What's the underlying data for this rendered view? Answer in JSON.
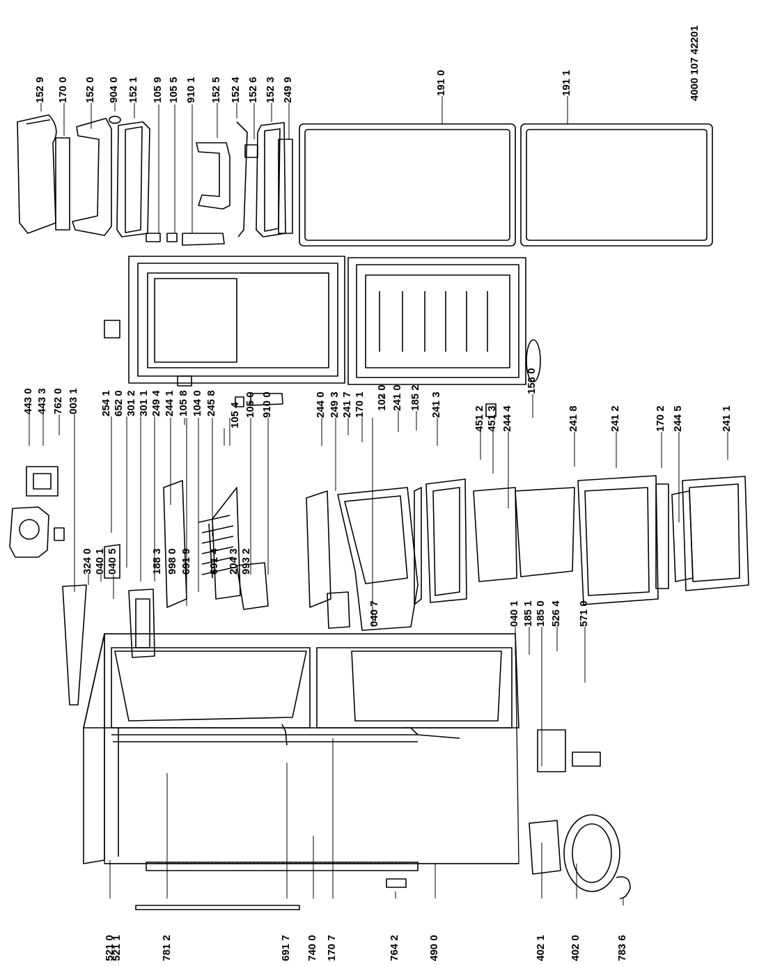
{
  "document_number": "4000 107 42201",
  "labels": {
    "l1529": "152 9",
    "l1700": "170 0",
    "l1520": "152 0",
    "l9040": "904 0",
    "l1521": "152 1",
    "l1059": "105 9",
    "l1055": "105 5",
    "l9101": "910 1",
    "l1525": "152 5",
    "l1524": "152 4",
    "l1526": "152 6",
    "l1523": "152 3",
    "l2499": "249 9",
    "l1910": "191 0",
    "l1911": "191 1",
    "l4430": "443 0",
    "l4433": "443 3",
    "l7620": "762 0",
    "l0031": "003 1",
    "l3240": "324 0",
    "l0401a": "040 1",
    "l0405": "040 5",
    "l2541": "254 1",
    "l6520": "652 0",
    "l3012": "301 2",
    "l3011": "301 1",
    "l2494": "249 4",
    "l2441": "244 1",
    "l1883": "188 3",
    "l9980": "998 0",
    "l6919": "691 9",
    "l1058": "105 8",
    "l1040": "104 0",
    "l2458": "245 8",
    "l6914": "691 4",
    "l2043": "204 3",
    "l9932": "993 2",
    "l1054": "105 4",
    "l1050": "105 0",
    "l9100": "910 0",
    "l2440": "244 0",
    "l2493": "249 3",
    "l2417": "241 7",
    "l1701": "170 1",
    "l0407": "040 7",
    "l1020": "102 0",
    "l2410": "241 0",
    "l1852": "185 2",
    "l2413": "241 3",
    "l4512": "451 2",
    "l4513": "451 3",
    "l2444": "244 4",
    "l1560": "156 0",
    "l2418": "241 8",
    "l2412": "241 2",
    "l1702": "170 2",
    "l2445": "244 5",
    "l2411": "241 1",
    "l0401b": "040 1",
    "l1851": "185 1",
    "l1850": "185 0",
    "l5264": "526 4",
    "l5710": "571 0",
    "l5210": "521 0",
    "l5211": "521 1",
    "l7812": "781 2",
    "l6917": "691 7",
    "l7400": "740 0",
    "l1707": "170 7",
    "l7642": "764 2",
    "l4900": "490 0",
    "l4021": "402 1",
    "l4020": "402 0",
    "l7836": "783 6"
  }
}
